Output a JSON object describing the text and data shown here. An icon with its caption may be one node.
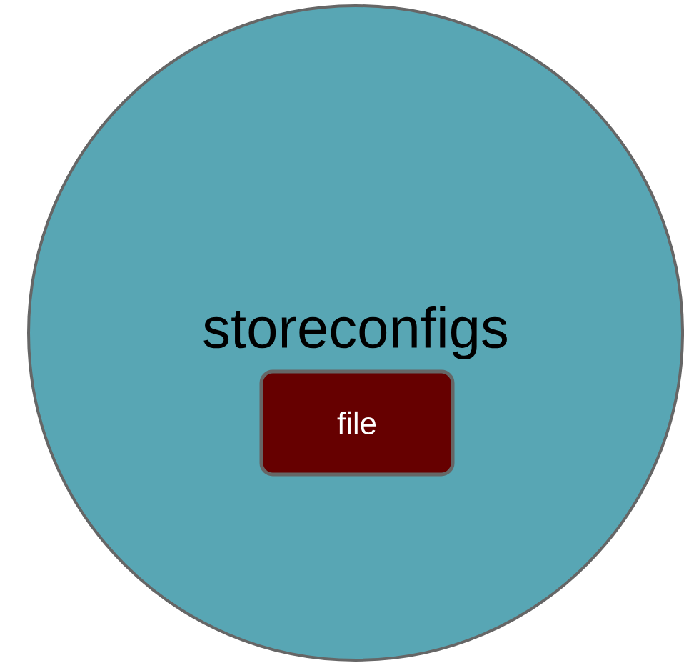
{
  "diagram": {
    "nodes": [
      {
        "text": [
          "storeconfigs"
        ]
      },
      {
        "text": [
          "file"
        ],
        "in": 0
      }
    ]
  }
}
